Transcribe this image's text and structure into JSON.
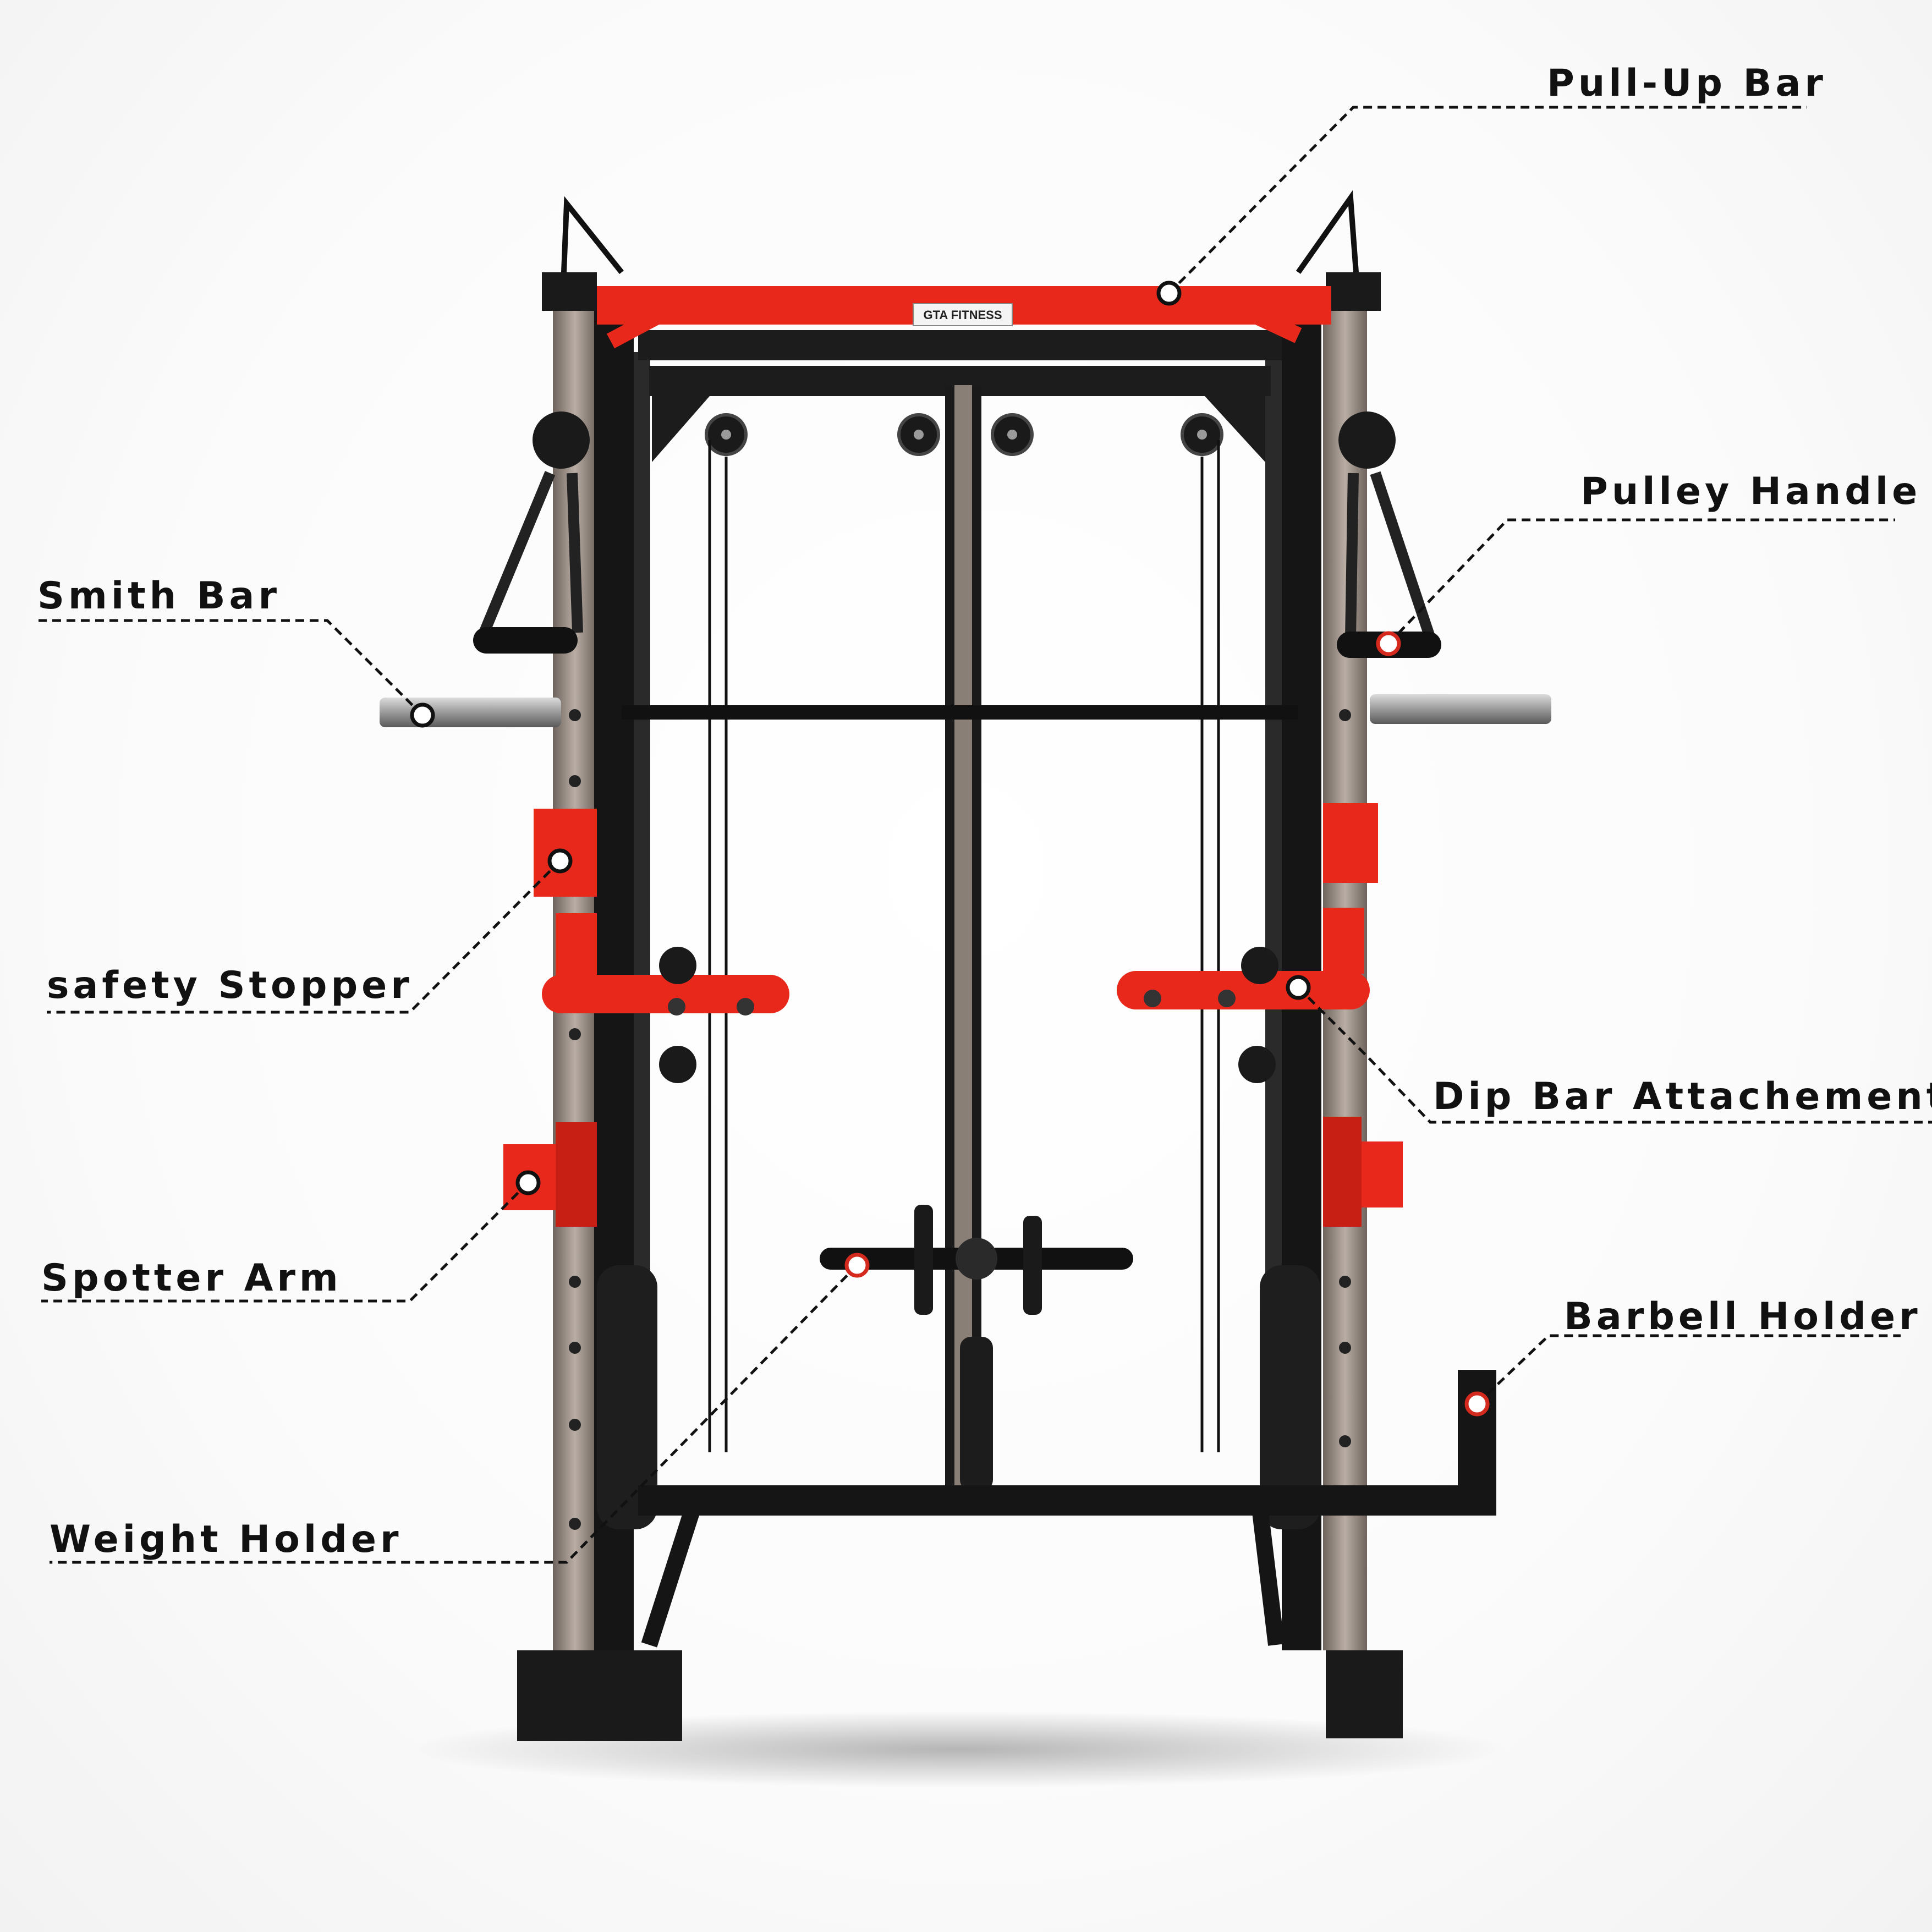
{
  "brand": {
    "logo_text": "GTA FITNESS"
  },
  "colors": {
    "frame": "#111111",
    "accent": "#e8281b",
    "upright": "#8a7f77",
    "marker_ring": "#d42a1e"
  },
  "callouts": {
    "pull_up_bar": "Pull-Up Bar",
    "pulley_handle": "Pulley Handle",
    "smith_bar": "Smith Bar",
    "safety_stopper": "safety Stopper",
    "dip_bar_attachment": "Dip Bar Attachement",
    "spotter_arm": "Spotter Arm",
    "barbell_holder": "Barbell Holder",
    "weight_holder": "Weight Holder"
  }
}
